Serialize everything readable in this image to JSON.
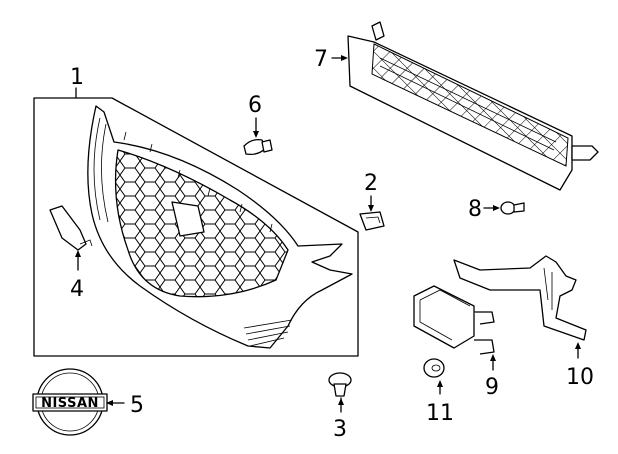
{
  "diagram": {
    "callouts": [
      {
        "id": "1",
        "label": "1"
      },
      {
        "id": "2",
        "label": "2"
      },
      {
        "id": "3",
        "label": "3"
      },
      {
        "id": "4",
        "label": "4"
      },
      {
        "id": "5",
        "label": "5"
      },
      {
        "id": "6",
        "label": "6"
      },
      {
        "id": "7",
        "label": "7"
      },
      {
        "id": "8",
        "label": "8"
      },
      {
        "id": "9",
        "label": "9"
      },
      {
        "id": "10",
        "label": "10"
      },
      {
        "id": "11",
        "label": "11"
      }
    ],
    "emblem_text": "NISSAN"
  }
}
